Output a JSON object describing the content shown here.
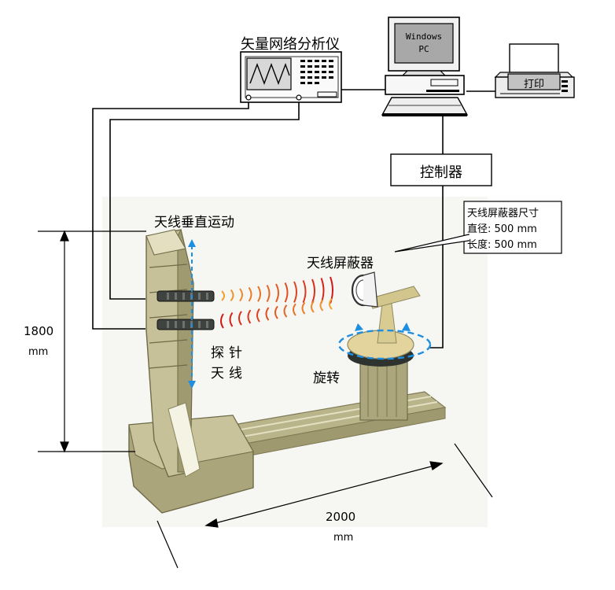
{
  "instruments": {
    "vna_label": "矢量网络分析仪",
    "pc_screen_line1": "Windows",
    "pc_screen_line2": "PC",
    "printer_label": "打印",
    "controller_label": "控制器"
  },
  "callouts": {
    "shield_info_line1": "天线屏蔽器尺寸",
    "shield_info_line2": "直径: 500 mm",
    "shield_info_line3": "长度: 500 mm",
    "shield_label": "天线屏蔽器",
    "vertical_motion_label": "天线垂直运动",
    "probe_label_line1": "探针",
    "probe_label_line2": "天线",
    "rotation_label": "旋转"
  },
  "dimensions": {
    "height_value": "1800",
    "height_unit": "mm",
    "length_value": "2000",
    "length_unit": "mm"
  },
  "colors": {
    "frame": "#c9c49a",
    "frame_dark": "#8f8a62",
    "arrow_blue": "#1e8ee0",
    "wave_near": "#f2a030",
    "wave_far": "#d21818"
  }
}
